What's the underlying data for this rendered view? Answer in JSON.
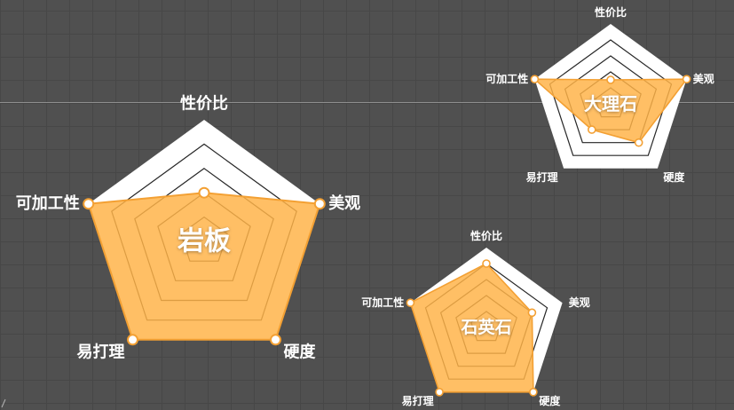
{
  "colors": {
    "canvas_background": "#505050",
    "canvas_grid": "#474747",
    "guide_line": "#8e8e8e",
    "ring_fill": "#ffffff",
    "ring_line": "#262626",
    "area_fill": "#ffb347",
    "area_stroke": "#f3a033",
    "point_fill": "#ffffff",
    "label": "#ffffff"
  },
  "chart_data": [
    {
      "type": "radar",
      "title": "岩板",
      "indicators": [
        "性价比",
        "美观",
        "硬度",
        "易打理",
        "可加工性"
      ],
      "max": 1,
      "split_number": 5,
      "values": [
        0.4,
        1,
        1,
        1,
        1
      ]
    },
    {
      "type": "radar",
      "title": "大理石",
      "indicators": [
        "性价比",
        "美观",
        "硬度",
        "易打理",
        "可加工性"
      ],
      "max": 1,
      "split_number": 5,
      "values": [
        0.3,
        1,
        0.6,
        0.4,
        1
      ]
    },
    {
      "type": "radar",
      "title": "石英石",
      "indicators": [
        "性价比",
        "美观",
        "硬度",
        "易打理",
        "可加工性"
      ],
      "max": 1,
      "split_number": 5,
      "values": [
        0.8,
        0.6,
        1,
        1,
        1
      ]
    }
  ]
}
